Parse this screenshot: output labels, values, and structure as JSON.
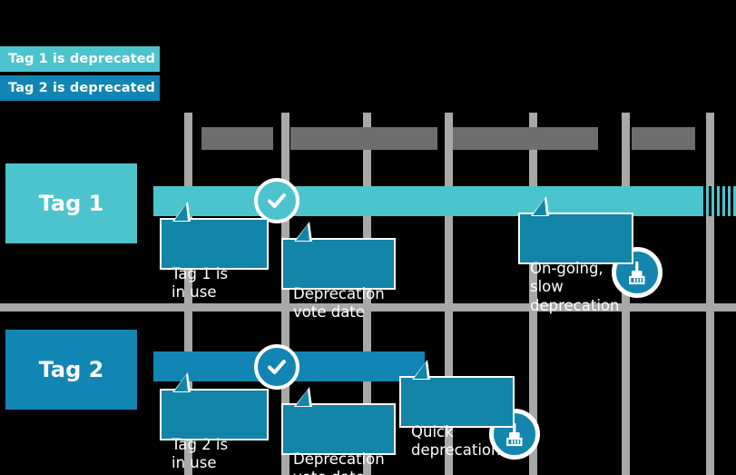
{
  "legend": {
    "items": [
      {
        "label": "Tag 1 is deprecated",
        "color": "#4cc4cd"
      },
      {
        "label": "Tag 2 is deprecated",
        "color": "#1185b4"
      }
    ]
  },
  "columns": [
    {
      "label": "███████"
    },
    {
      "label": "█████ █████"
    },
    {
      "label": "████ █████"
    },
    {
      "label": "████"
    }
  ],
  "rows": [
    {
      "tag_label": "Tag 1",
      "color": "#4cc4cd",
      "bar_end_style": "frayed",
      "milestones": [
        {
          "kind": "check",
          "label": ""
        },
        {
          "kind": "broom",
          "label": ""
        }
      ],
      "callouts": [
        {
          "text": "Tag 1 is\nin use"
        },
        {
          "text": "Deprecation\nvote date"
        },
        {
          "text": "On-going, slow\ndeprecation"
        }
      ]
    },
    {
      "tag_label": "Tag 2",
      "color": "#1185b4",
      "bar_end_style": "solid",
      "milestones": [
        {
          "kind": "check",
          "label": ""
        },
        {
          "kind": "broom",
          "label": ""
        }
      ],
      "callouts": [
        {
          "text": "Tag 2 is\nin use"
        },
        {
          "text": "Deprecation\nvote date"
        },
        {
          "text": "Quick\ndeprecation"
        }
      ]
    }
  ],
  "colors": {
    "tag1": "#4cc4cd",
    "tag2": "#1185b4",
    "callout": "#1385a8",
    "grid": "#a8a8a8",
    "header_text_block": "#6e6e6e",
    "background": "#000000"
  }
}
